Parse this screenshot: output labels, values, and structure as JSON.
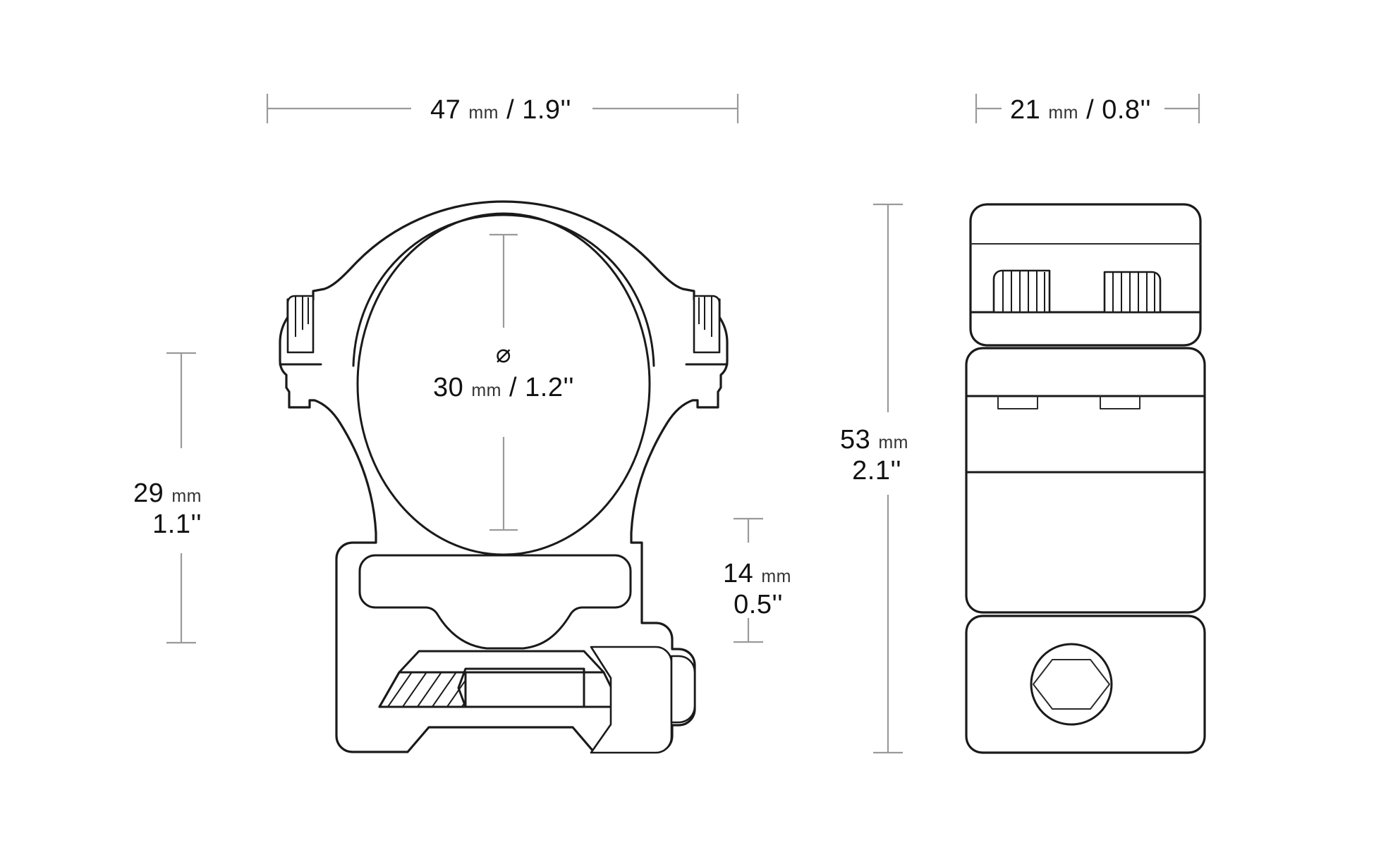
{
  "drawing": {
    "title": "Scope mount ring dimensioned drawing",
    "background_color": "#ffffff",
    "line_color": "#1a1a1a",
    "dimension_line_color": "#9a9a9a",
    "text_color": "#111111"
  },
  "views": {
    "front": {
      "name": "front-view",
      "description": "Scope ring front elevation with clamp and rail jaw"
    },
    "side": {
      "name": "side-view",
      "description": "Scope ring side elevation with knurled screws and hex bolt"
    }
  },
  "dimensions": {
    "width_top": {
      "name": "overall-width",
      "value": "47",
      "unit": "mm",
      "separator": "/",
      "imperial": "1.9''"
    },
    "depth_top": {
      "name": "overall-depth",
      "value": "21",
      "unit": "mm",
      "separator": "/",
      "imperial": "0.8''"
    },
    "bore_diameter": {
      "name": "bore-diameter",
      "symbol": "⌀",
      "value": "30",
      "unit": "mm",
      "separator": "/",
      "imperial": "1.2''"
    },
    "height_left": {
      "name": "ring-height",
      "value": "29",
      "unit": "mm",
      "imperial": "1.1''"
    },
    "base_height": {
      "name": "base-height",
      "value": "14",
      "unit": "mm",
      "imperial": "0.5''"
    },
    "total_height": {
      "name": "total-height",
      "value": "53",
      "unit": "mm",
      "imperial": "2.1''"
    }
  },
  "features": {
    "knurled_screw_left": "knurled-screw-head",
    "knurled_screw_right": "knurled-screw-head",
    "hex_bolt": "hex-socket-bolt",
    "rail_jaw": "recoil-lug-jaw",
    "clamp_lever": "clamp-nut"
  }
}
